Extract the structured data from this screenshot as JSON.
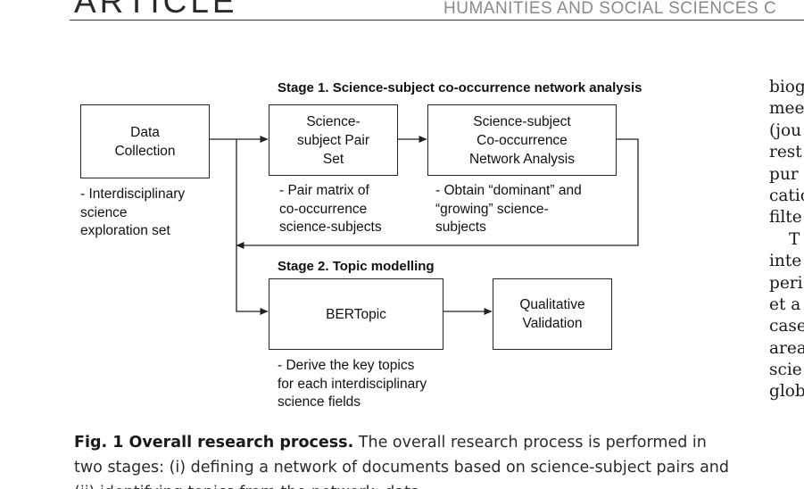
{
  "header": {
    "section": "ARTICLE",
    "journal": "HUMANITIES AND SOCIAL SCIENCES C"
  },
  "figure": {
    "stage1_title": "Stage 1. Science-subject co-occurrence network analysis",
    "stage2_title": "Stage 2. Topic modelling",
    "boxes": {
      "data_collection": "Data\nCollection",
      "pair_set": "Science-\nsubject Pair\nSet",
      "network_analysis": "Science-subject\nCo-occurrence\nNetwork Analysis",
      "bertopic": "BERTopic",
      "validation": "Qualitative\nValidation"
    },
    "notes": {
      "data_collection": "- Interdisciplinary\nscience\nexploration set",
      "pair_set": "- Pair matrix of\nco-occurrence\nscience-subjects",
      "network_analysis": "- Obtain “dominant” and\n“growing” science-\nsubjects",
      "bertopic": "- Derive the key topics\nfor each interdisciplinary\nscience fields"
    }
  },
  "caption": {
    "label": "Fig. 1 Overall research process.",
    "text": " The overall research process is performed in two stages: (i) defining a network of documents based on science-subject pairs and (ii) identifying topics from the network; data"
  },
  "body_column": {
    "lines": [
      "biog",
      "mee",
      "(jou",
      "rest",
      "pur",
      "catio",
      "filte",
      "T",
      "inte",
      "peri",
      "et a",
      "case",
      "area",
      "scie",
      "glob"
    ]
  },
  "colors": {
    "rule": "#333333",
    "journal_header": "#8a8a8a",
    "line": "#222222"
  }
}
